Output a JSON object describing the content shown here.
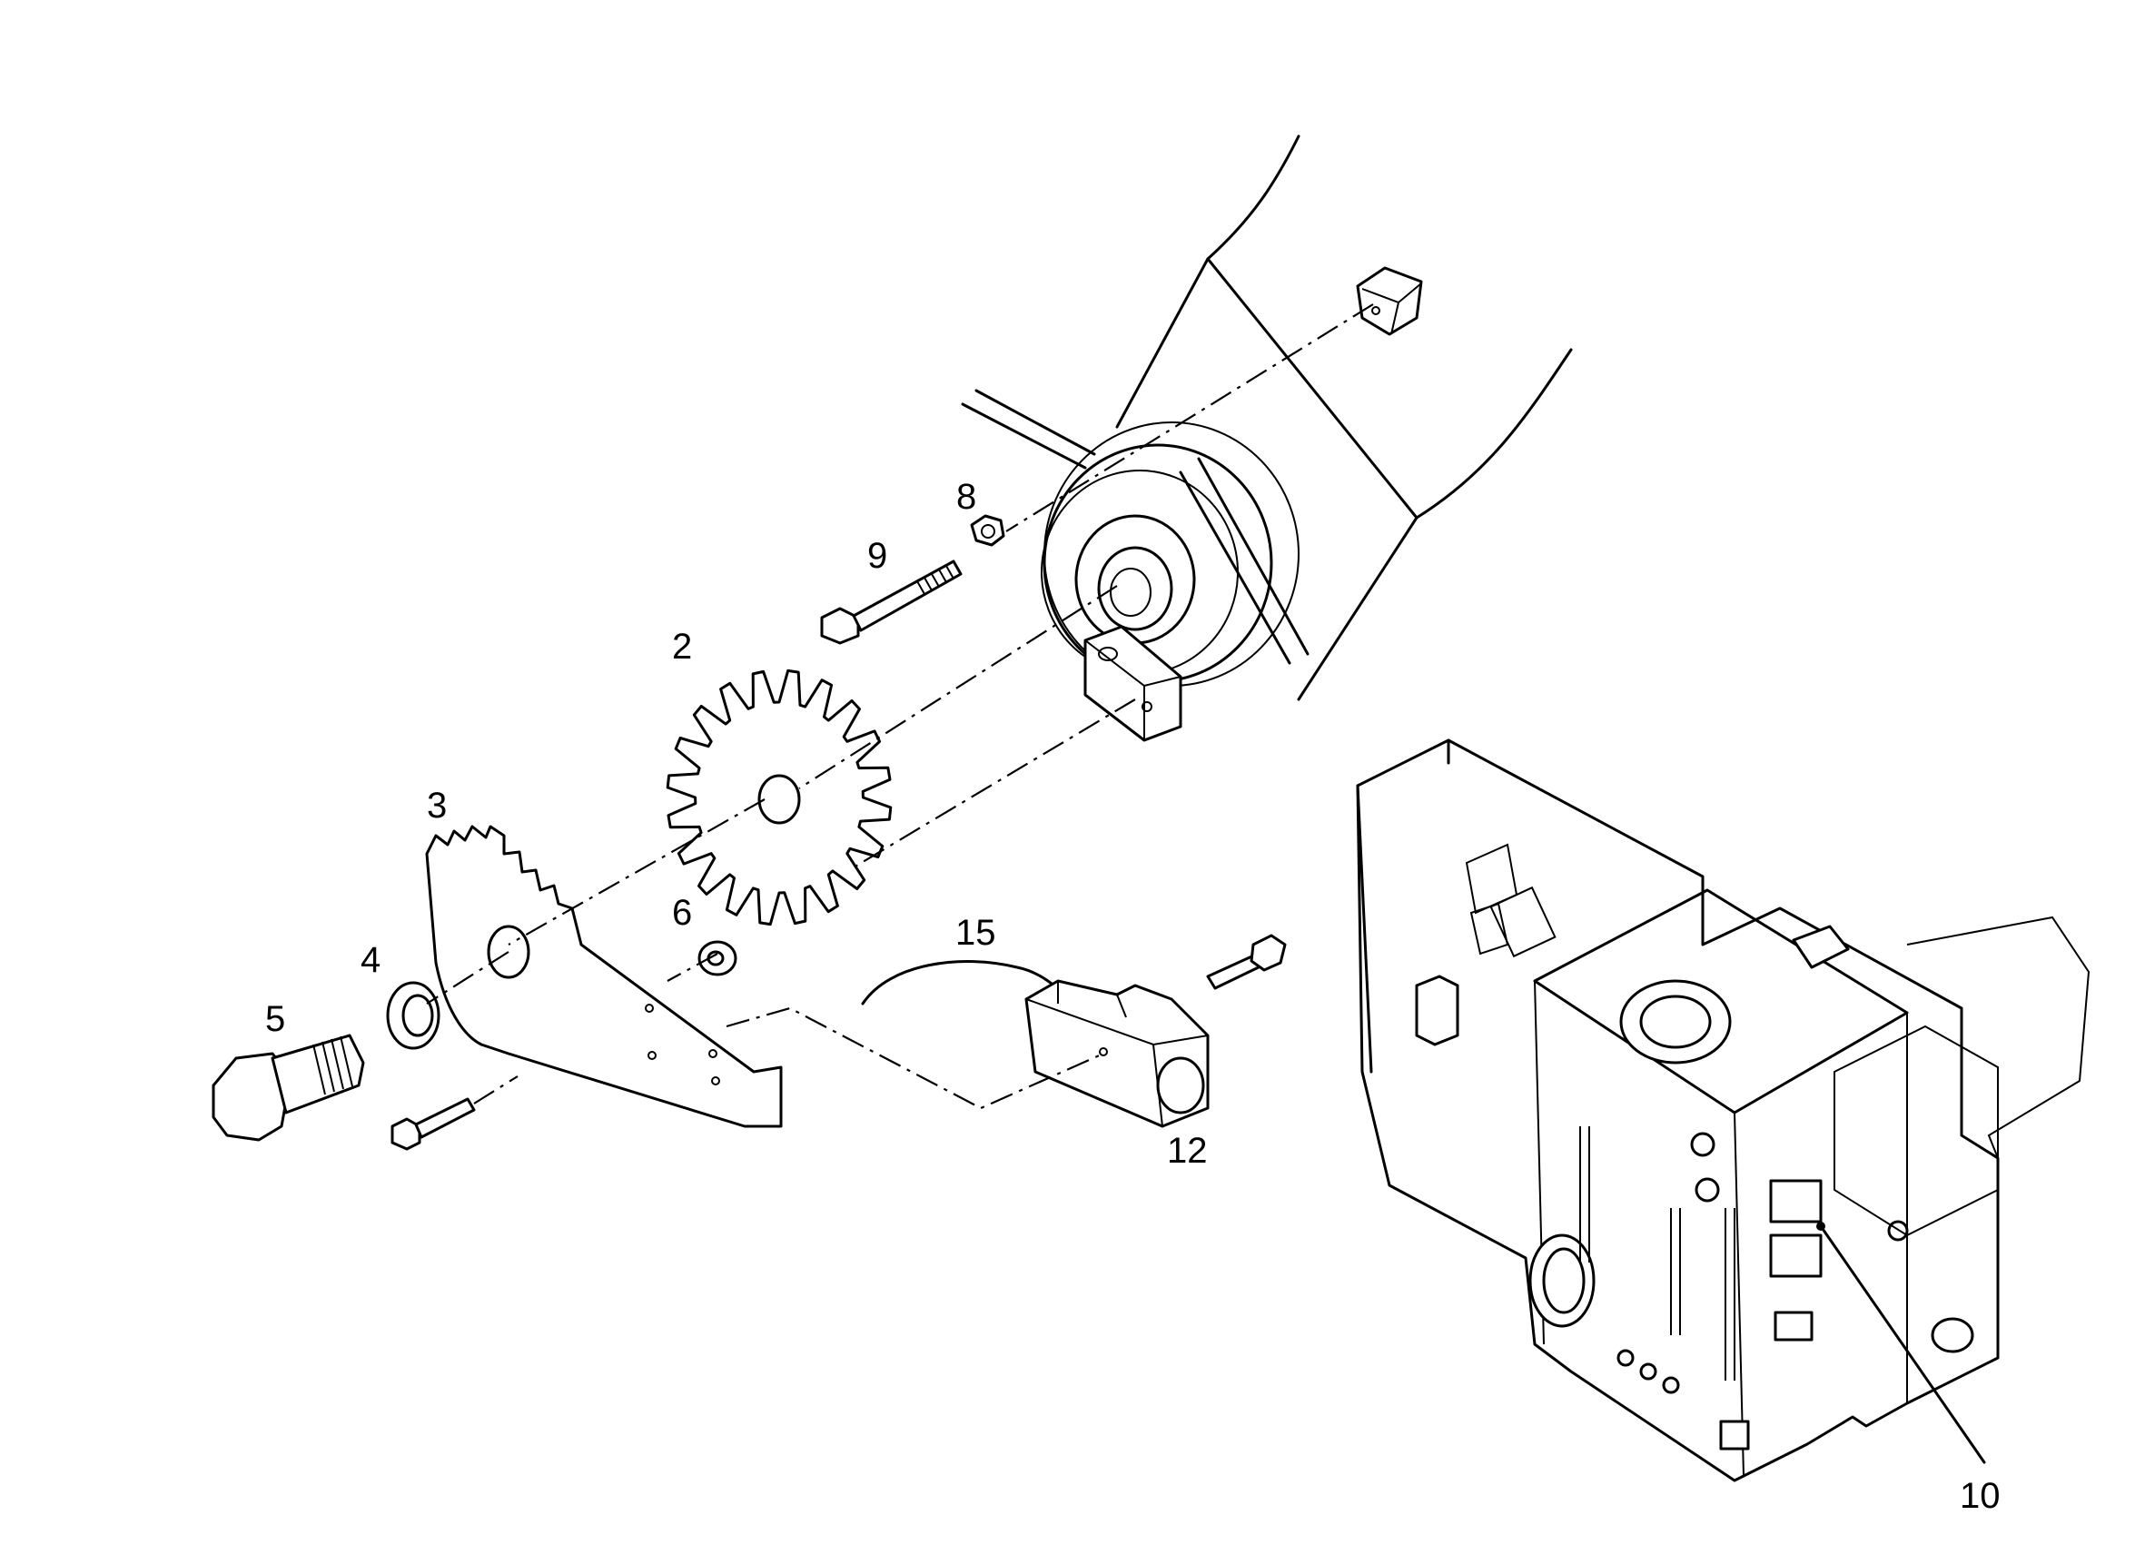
{
  "diagram": {
    "labels": {
      "p2": "2",
      "p3": "3",
      "p4": "4",
      "p5": "5",
      "p6": "6",
      "p8": "8",
      "p9": "9",
      "p10": "10",
      "p12": "12",
      "p15": "15"
    }
  }
}
